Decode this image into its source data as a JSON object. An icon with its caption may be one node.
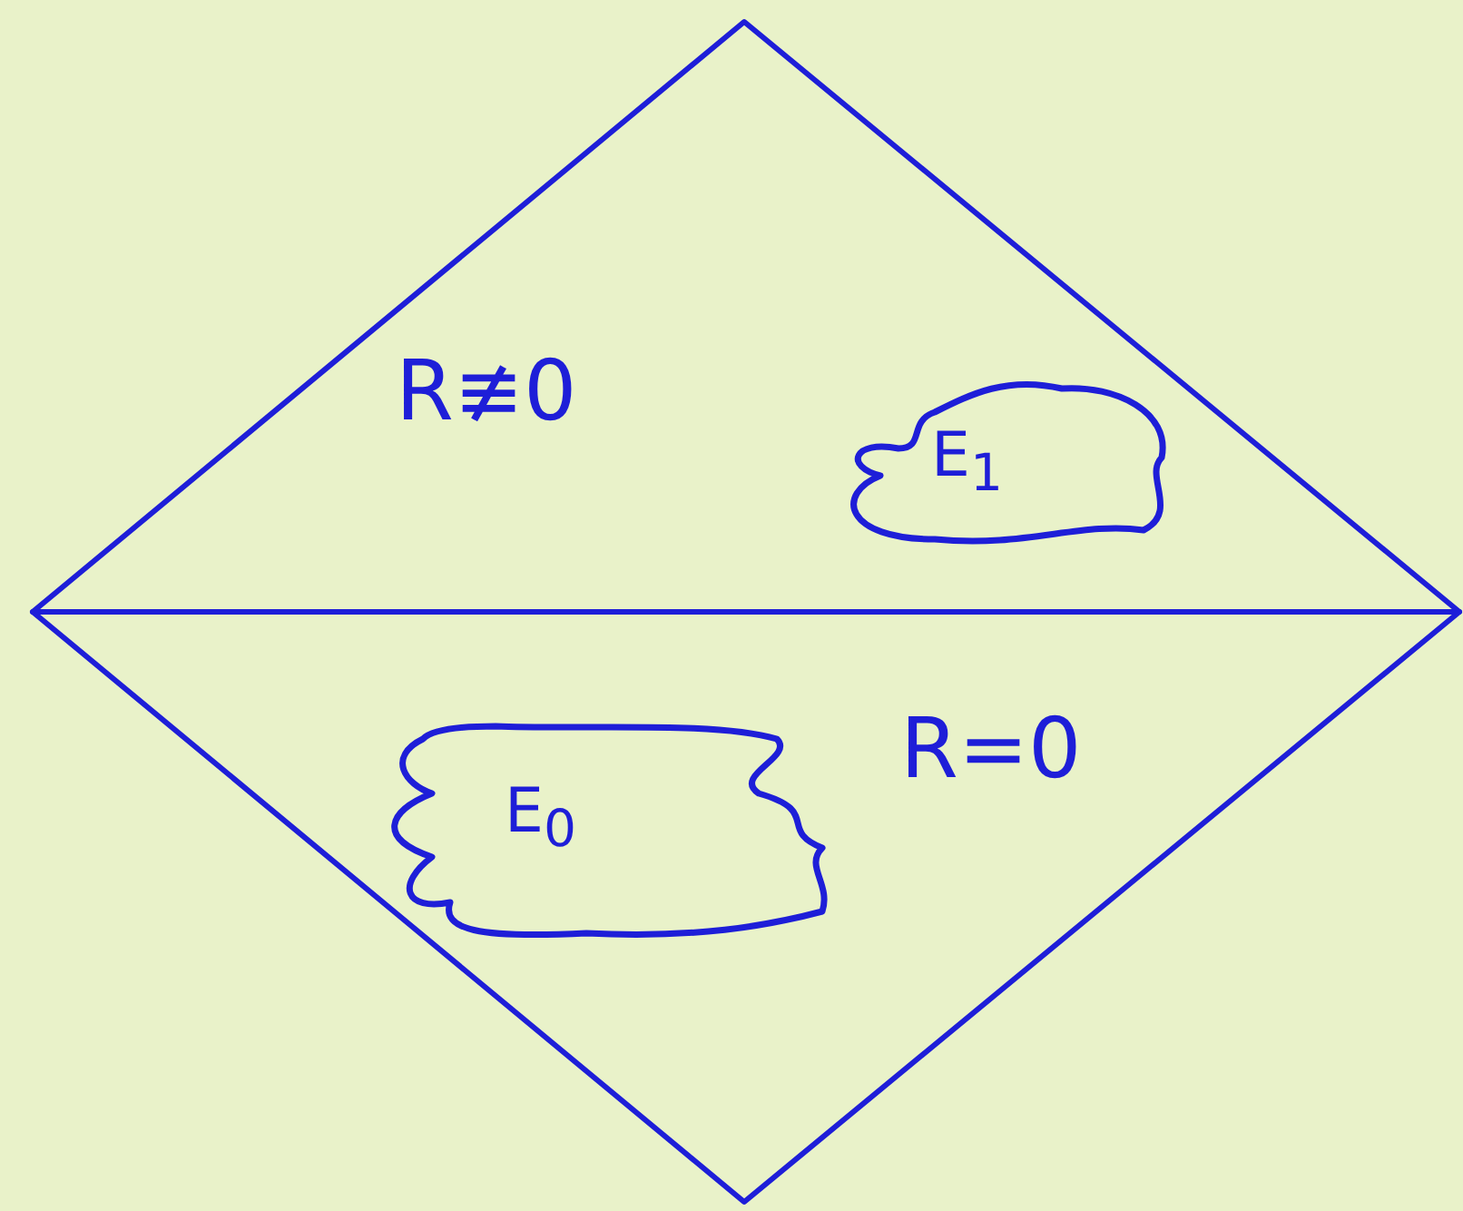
{
  "diagram": {
    "nodes": [
      {
        "text": [
          "R≢0"
        ]
      },
      {
        "text": [
          "E$_{1}$"
        ],
        "in": 0
      },
      {
        "text": [
          "R=0"
        ]
      },
      {
        "text": [
          "E$_{0}$"
        ],
        "in": 2
      }
    ]
  }
}
